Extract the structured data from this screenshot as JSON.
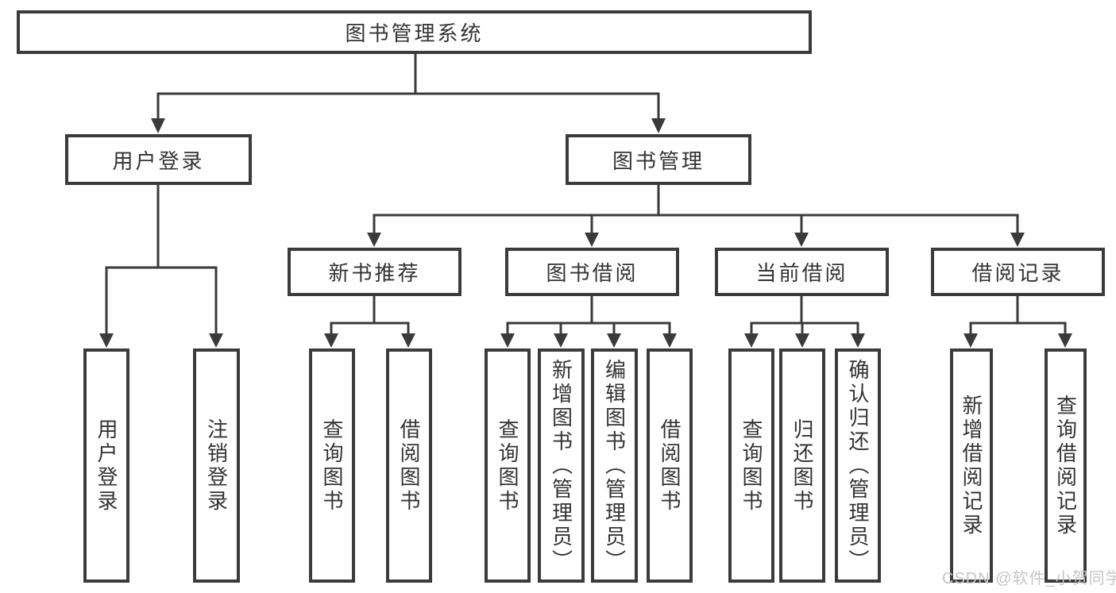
{
  "diagram": {
    "root": {
      "label": "图书管理系统"
    },
    "branches": [
      {
        "label": "用户登录",
        "children": [
          "用户登录",
          "注销登录"
        ]
      },
      {
        "label": "图书管理",
        "sections": [
          {
            "label": "新书推荐",
            "children": [
              "查询图书",
              "借阅图书"
            ]
          },
          {
            "label": "图书借阅",
            "children": [
              "查询图书",
              "新增图书（管理员）",
              "编辑图书（管理员）",
              "借阅图书"
            ]
          },
          {
            "label": "当前借阅",
            "children": [
              "查询图书",
              "归还图书",
              "确认归还（管理员）"
            ]
          },
          {
            "label": "借阅记录",
            "children": [
              "新增借阅记录",
              "查询借阅记录"
            ]
          }
        ]
      }
    ]
  },
  "watermark": {
    "text": "CSDN @软件_小贺同学"
  },
  "colors": {
    "line": "#3a3a3a",
    "box_border": "#3b3b3b",
    "text": "#333333",
    "watermark": "#c6c6c6",
    "background": "#ffffff"
  }
}
